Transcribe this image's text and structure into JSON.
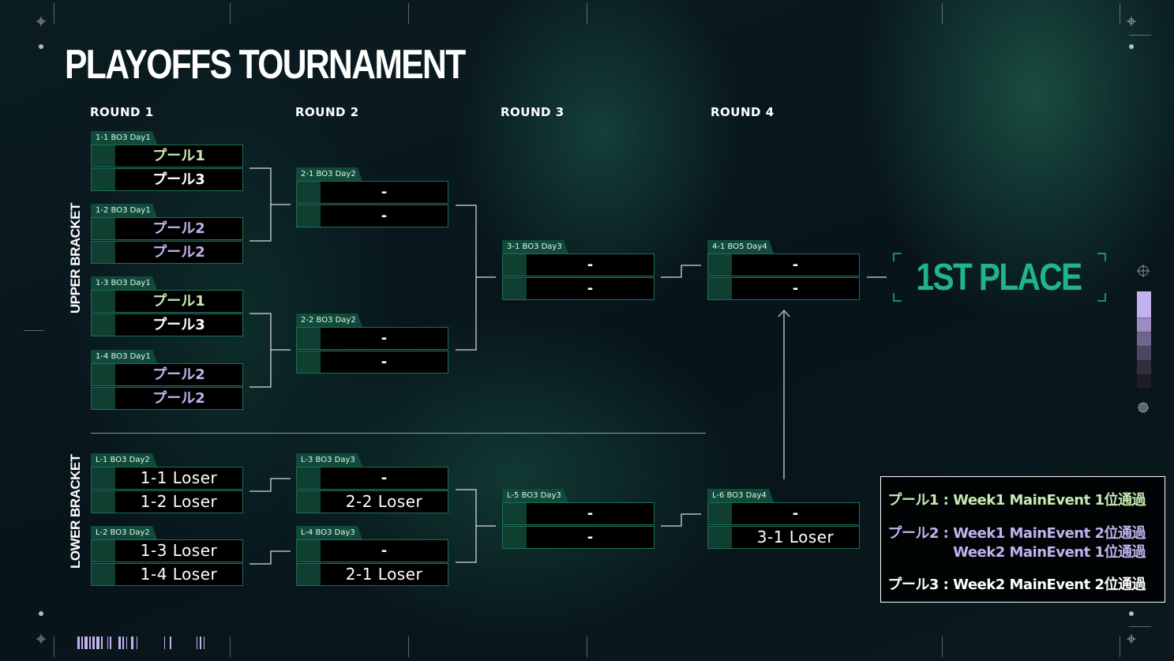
{
  "title": "PLAYOFFS TOURNAMENT",
  "rounds": [
    "ROUND 1",
    "ROUND 2",
    "ROUND 3",
    "ROUND 4"
  ],
  "brackets": {
    "upper": "UPPER BRACKET",
    "lower": "LOWER BRACKET"
  },
  "upper": {
    "m1_1": {
      "tag": "1-1 BO3 Day1",
      "team_a": "プール1",
      "team_b": "プール3"
    },
    "m1_2": {
      "tag": "1-2 BO3 Day1",
      "team_a": "プール2",
      "team_b": "プール2"
    },
    "m1_3": {
      "tag": "1-3 BO3 Day1",
      "team_a": "プール1",
      "team_b": "プール3"
    },
    "m1_4": {
      "tag": "1-4 BO3 Day1",
      "team_a": "プール2",
      "team_b": "プール2"
    },
    "m2_1": {
      "tag": "2-1 BO3 Day2",
      "team_a": "-",
      "team_b": "-"
    },
    "m2_2": {
      "tag": "2-2 BO3 Day2",
      "team_a": "-",
      "team_b": "-"
    },
    "m3_1": {
      "tag": "3-1 BO3 Day3",
      "team_a": "-",
      "team_b": "-"
    },
    "m4_1": {
      "tag": "4-1 BO5 Day4",
      "team_a": "-",
      "team_b": "-"
    }
  },
  "lower": {
    "l1": {
      "tag": "L-1 BO3 Day2",
      "team_a": "1-1 Loser",
      "team_b": "1-2 Loser"
    },
    "l2": {
      "tag": "L-2 BO3 Day2",
      "team_a": "1-3 Loser",
      "team_b": "1-4 Loser"
    },
    "l3": {
      "tag": "L-3 BO3 Day3",
      "team_a": "-",
      "team_b": "2-2 Loser"
    },
    "l4": {
      "tag": "L-4 BO3 Day3",
      "team_a": "-",
      "team_b": "2-1 Loser"
    },
    "l5": {
      "tag": "L-5 BO3 Day3",
      "team_a": "-",
      "team_b": "-"
    },
    "l6": {
      "tag": "L-6 BO3 Day4",
      "team_a": "-",
      "team_b": "3-1 Loser"
    }
  },
  "first_place": "1ST PLACE",
  "legend": {
    "line1": "プール1 : Week1 MainEvent 1位通過",
    "line2": "プール2 : Week1 MainEvent 2位通過",
    "line2b": "Week2 MainEvent 1位通過",
    "line3": "プール3 : Week2 MainEvent 2位通過"
  },
  "colors": {
    "accent": "#1fb48c",
    "pool1": "#c6eab0",
    "pool2": "#c2b2ef",
    "pool3": "#ffffff",
    "tag_bg": "#0f4a3a"
  }
}
